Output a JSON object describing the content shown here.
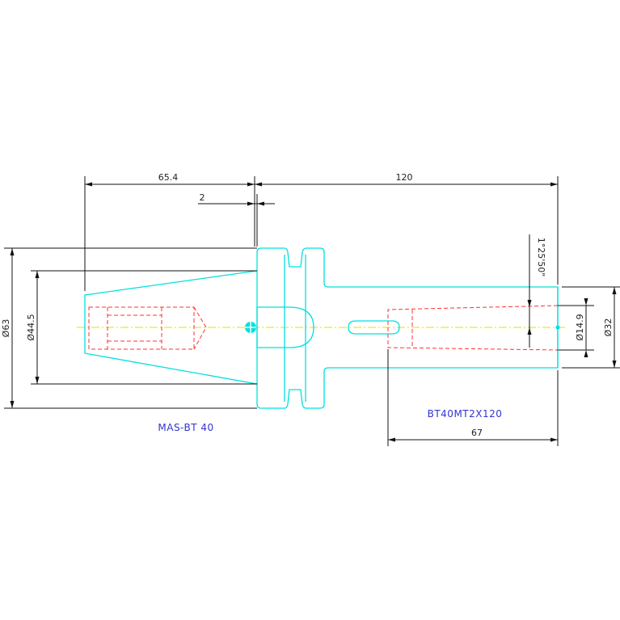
{
  "colors": {
    "outline": "#00e0e0",
    "hidden": "#ff3030",
    "centerline": "#e0e000",
    "dimension": "#111111",
    "label": "#3333cc"
  },
  "dimensions": {
    "d_654": "65.4",
    "d_120": "120",
    "d_2": "2",
    "d_dia63": "Ø63",
    "d_dia445": "Ø44.5",
    "d_taper": "1°25'50\"",
    "d_dia149": "Ø14.9",
    "d_dia32": "Ø32",
    "d_67": "67"
  },
  "labels": {
    "left_part": "MAS-BT 40",
    "right_part": "BT40MT2X120"
  }
}
